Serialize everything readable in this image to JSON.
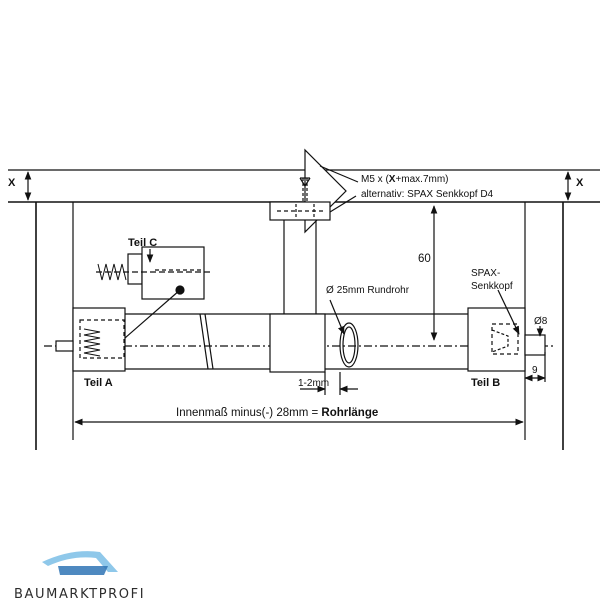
{
  "labels": {
    "x_left": "X",
    "x_right": "X",
    "screw_prefix": "M5 x (",
    "screw_bold": "X",
    "screw_suffix": "+max.7mm)",
    "alternative": "alternativ: SPAX Senkkopf D4",
    "dim_60": "60",
    "part_c": "Teil C",
    "tube_prefix": "Ø",
    "tube_text": "25mm Rundrohr",
    "spax_line1": "SPAX-",
    "spax_line2": "Senkkopf",
    "dia_prefix": "Ø",
    "dia_value": "8",
    "part_a": "Teil A",
    "part_b": "Teil B",
    "gap": "1-2mm",
    "dim_9": "9",
    "inner_prefix": "Innenmaß minus(-) 28mm = ",
    "inner_bold": "Rohrlänge"
  },
  "brand": {
    "name": "BAUMARKTPROFI",
    "logo_color_light": "#8fc8ea",
    "logo_color_dark": "#2f74b5"
  },
  "colors": {
    "line": "#111111"
  }
}
